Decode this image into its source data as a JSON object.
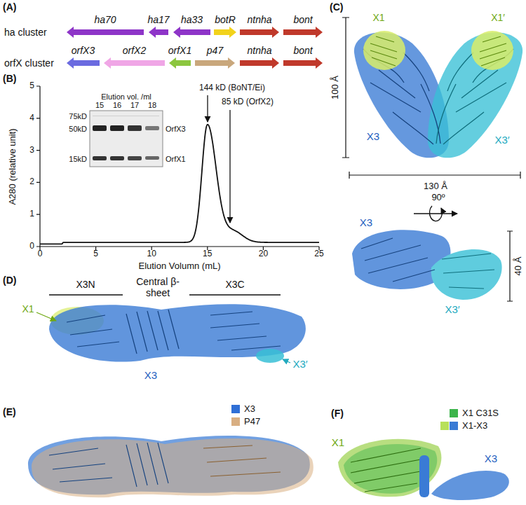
{
  "diagram": {
    "nodes": [
      {
        "text": [
          "ha70"
        ]
      },
      {
        "text": [
          "ha17"
        ]
      },
      {
        "text": [
          "ha33"
        ]
      },
      {
        "text": [
          "botR"
        ]
      },
      {
        "text": [
          "ntnha"
        ]
      },
      {
        "text": [
          "bont"
        ]
      },
      {
        "text": [
          "orfX3"
        ]
      },
      {
        "text": [
          "orfX2"
        ]
      },
      {
        "text": [
          "orfX1"
        ]
      },
      {
        "text": [
          "p47"
        ]
      },
      {
        "text": [
          "ntnha"
        ]
      },
      {
        "text": [
          "bont"
        ]
      }
    ],
    "labels": [
      "(A)",
      "ha cluster",
      "orfX cluster",
      "(B)",
      "0",
      "5",
      "10",
      "15",
      "20",
      "25",
      "0",
      "1",
      "2",
      "3",
      "4",
      "5",
      "A280 (relative unit)",
      "Elution Volumn (mL)",
      "Elution vol. /ml",
      "15",
      "16",
      "17",
      "18",
      "75kD",
      "50kD",
      "15kD",
      "OrfX3",
      "OrfX1",
      "144 kD (BoNT/Ei)",
      "85 kD (OrfX2)",
      "(C)",
      "X1",
      "X1′",
      "100 Å",
      "X3",
      "X3′",
      "130 Å",
      "90º",
      "X3",
      "X3′",
      "40 Å",
      "(D)",
      "X3N",
      "Central β-sheet",
      "X3C",
      "X1",
      "X3",
      "X3′",
      "(E)",
      "(F)",
      "X1",
      "X3"
    ],
    "legend": [
      {
        "text": "X3",
        "color": "#2f6fd6"
      },
      {
        "text": "P47",
        "color": "#d8ae82"
      },
      {
        "text": "X1 C31S",
        "color": "#3cb44b"
      },
      {
        "text": "X1-X3",
        "color": "#b8e05a"
      }
    ]
  }
}
